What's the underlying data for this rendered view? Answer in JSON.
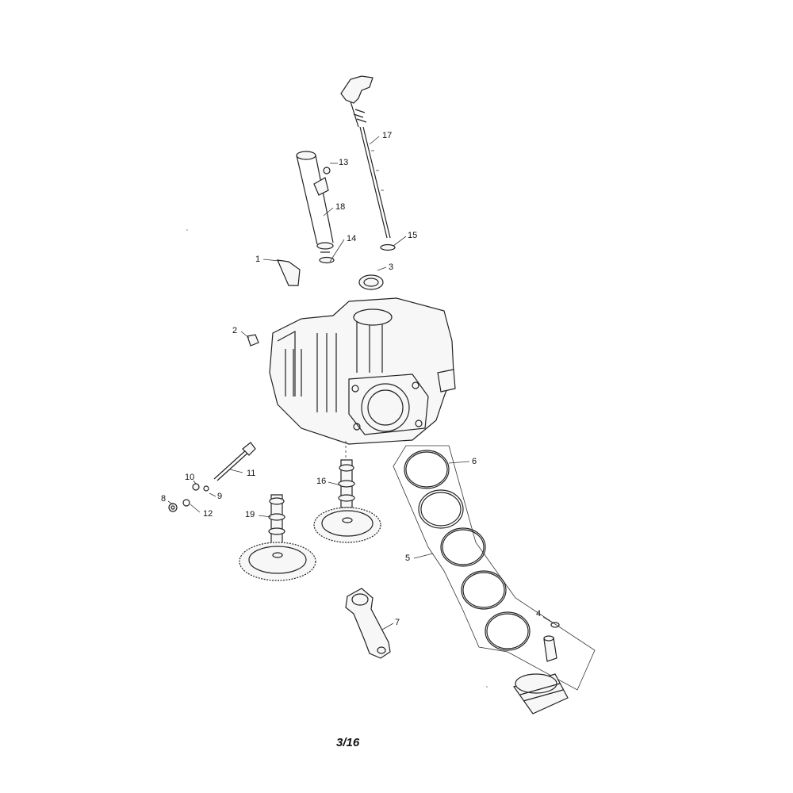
{
  "page_label": "3/16",
  "callouts": [
    "1",
    "2",
    "3",
    "4",
    "5",
    "6",
    "7",
    "8",
    "9",
    "10",
    "11",
    "12",
    "13",
    "14",
    "15",
    "16",
    "17",
    "18",
    "19"
  ]
}
